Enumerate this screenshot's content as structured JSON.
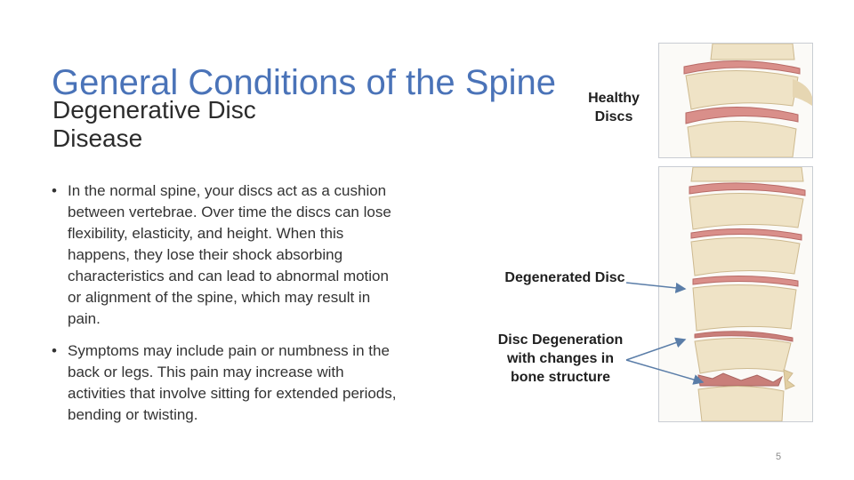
{
  "slide": {
    "title": "General Conditions of the Spine",
    "subtitle": "Degenerative Disc Disease",
    "bullets": [
      "In the normal spine, your discs act as a cushion between  vertebrae. Over time the discs can lose flexibility, elasticity, and height. When this happens, they lose their shock absorbing characteristics and can lead to abnormal motion or alignment of the spine, which may result in pain.",
      "Symptoms may include pain or numbness in the back or legs. This pain may increase with activities that involve sitting for extended periods, bending or twisting."
    ],
    "captions": {
      "healthy": "Healthy Discs",
      "degenerated": "Degenerated Disc",
      "bone_change": "Disc Degeneration with changes in bone structure"
    },
    "page_number": "5"
  },
  "colors": {
    "title": "#4a73b8",
    "body_text": "#333333",
    "vertebra_bone": "#efe3c6",
    "disc": "#d98f8a",
    "pointer_line": "#5a7da8"
  }
}
